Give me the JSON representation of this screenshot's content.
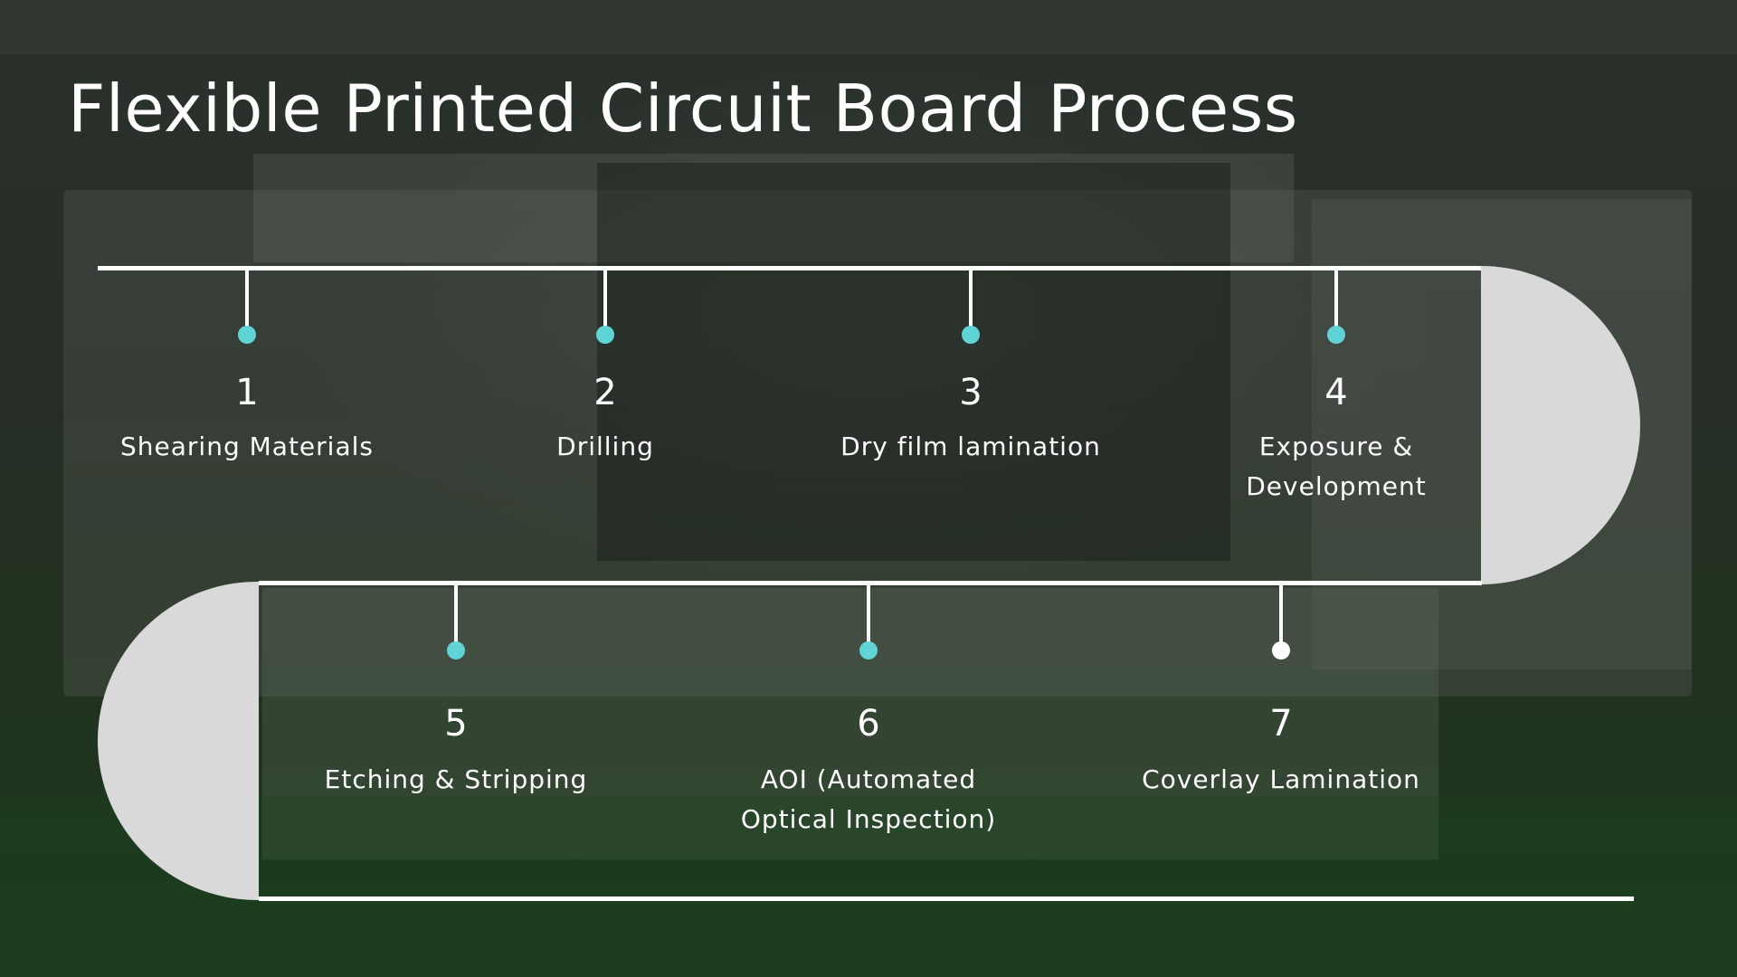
{
  "title": "Flexible Printed Circuit Board Process",
  "colors": {
    "accent_dot": "#5fd3d6",
    "final_dot": "#ffffff",
    "track": "#ffffff",
    "cap": "#d9d9d9"
  },
  "steps": [
    {
      "number": "1",
      "label": "Shearing Materials"
    },
    {
      "number": "2",
      "label": "Drilling"
    },
    {
      "number": "3",
      "label": "Dry film lamination"
    },
    {
      "number": "4",
      "label": "Exposure & Development"
    },
    {
      "number": "5",
      "label": "Etching & Stripping"
    },
    {
      "number": "6",
      "label": "AOI (Automated Optical Inspection)"
    },
    {
      "number": "7",
      "label": "Coverlay Lamination"
    }
  ]
}
